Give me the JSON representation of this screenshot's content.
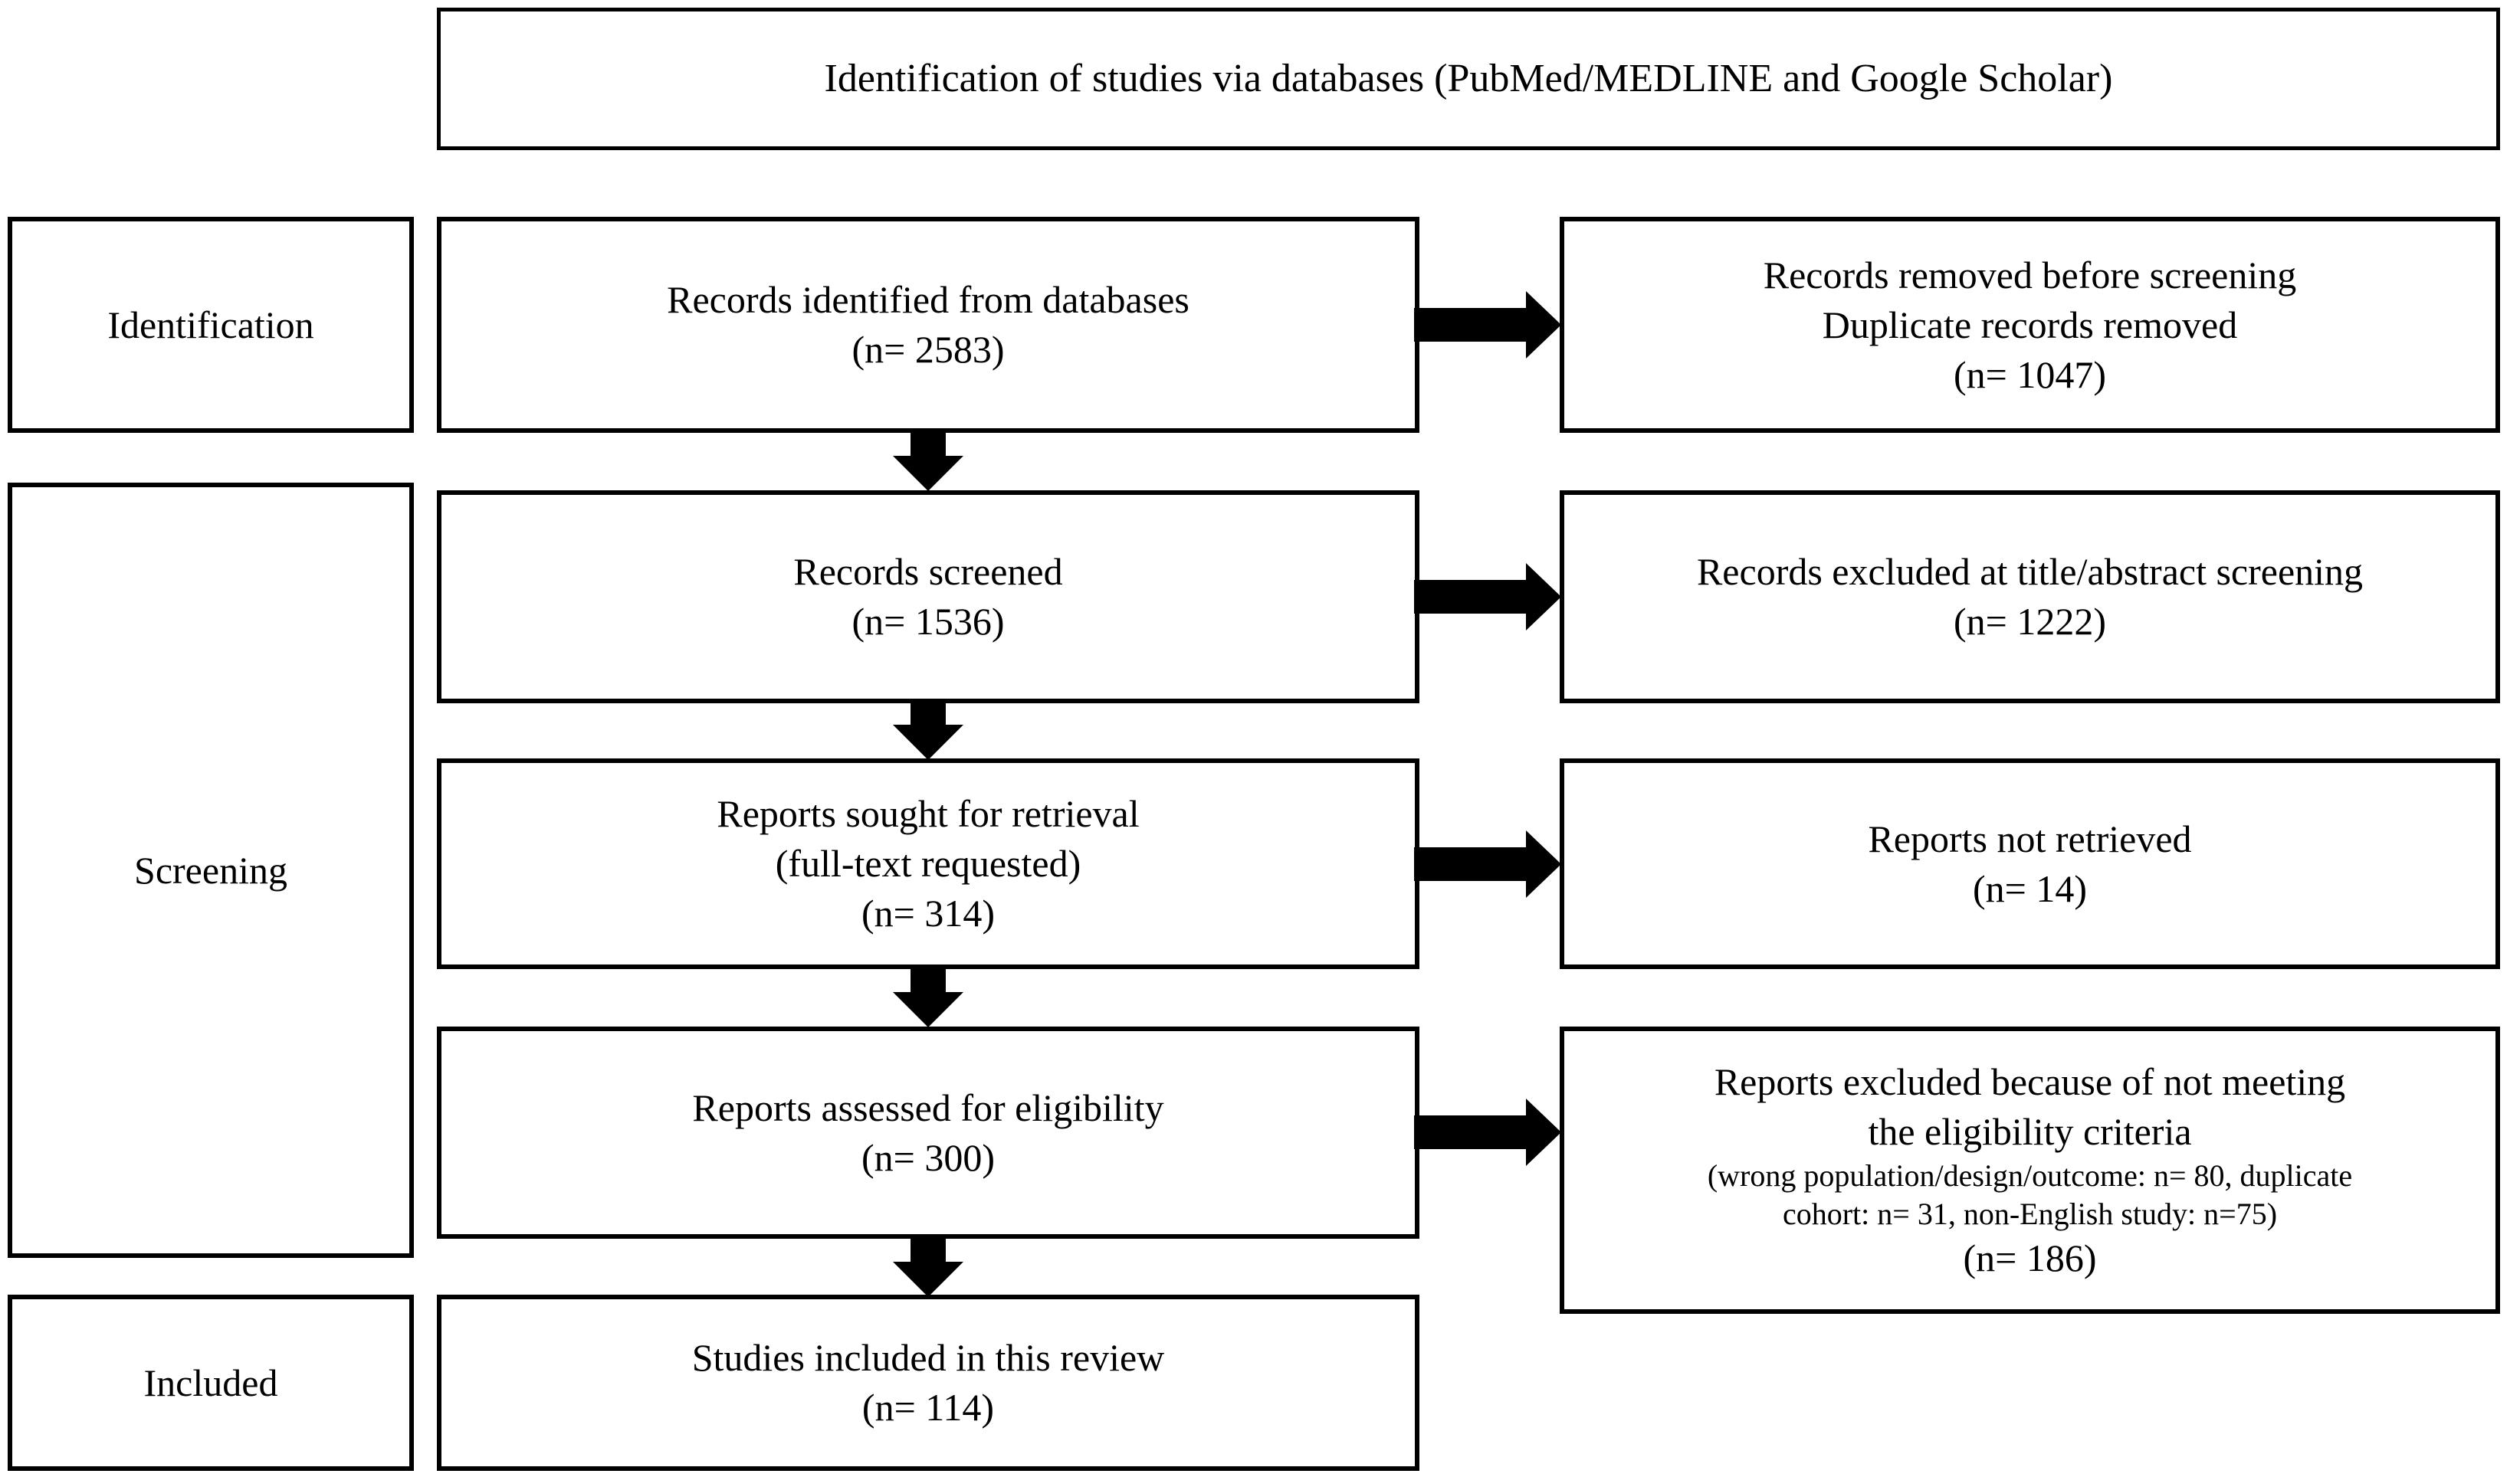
{
  "diagram": {
    "type": "PRISMA flow diagram",
    "header": {
      "label": "Identification of studies via databases (PubMed/MEDLINE and Google Scholar)"
    },
    "stages": [
      {
        "key": "identification",
        "label": "Identification"
      },
      {
        "key": "screening",
        "label": "Screening"
      },
      {
        "key": "included",
        "label": "Included"
      }
    ],
    "flow": [
      {
        "key": "records-identified",
        "main_line1": "Records identified from databases",
        "main_line2": "(n= 2583)",
        "side_line1": "Records removed before screening",
        "side_line2": "Duplicate records removed",
        "side_line3": "(n= 1047)"
      },
      {
        "key": "records-screened",
        "main_line1": "Records screened",
        "main_line2": "(n= 1536)",
        "side_line1": "Records excluded at title/abstract screening",
        "side_line2": "(n= 1222)"
      },
      {
        "key": "reports-sought",
        "main_line1": "Reports sought for retrieval",
        "main_line2": "(full-text requested)",
        "main_line3": "(n= 314)",
        "side_line1": "Reports not retrieved",
        "side_line2": "(n= 14)"
      },
      {
        "key": "reports-assessed",
        "main_line1": "Reports assessed for eligibility",
        "main_line2": "(n= 300)",
        "side_line1": "Reports excluded because of not meeting",
        "side_line2": "the eligibility criteria",
        "side_detail1": "(wrong population/design/outcome: n= 80, duplicate",
        "side_detail2": "cohort: n= 31, non-English study: n=75)",
        "side_line3": "(n= 186)"
      },
      {
        "key": "studies-included",
        "main_line1": "Studies included in this review",
        "main_line2": "(n= 114)"
      }
    ]
  }
}
